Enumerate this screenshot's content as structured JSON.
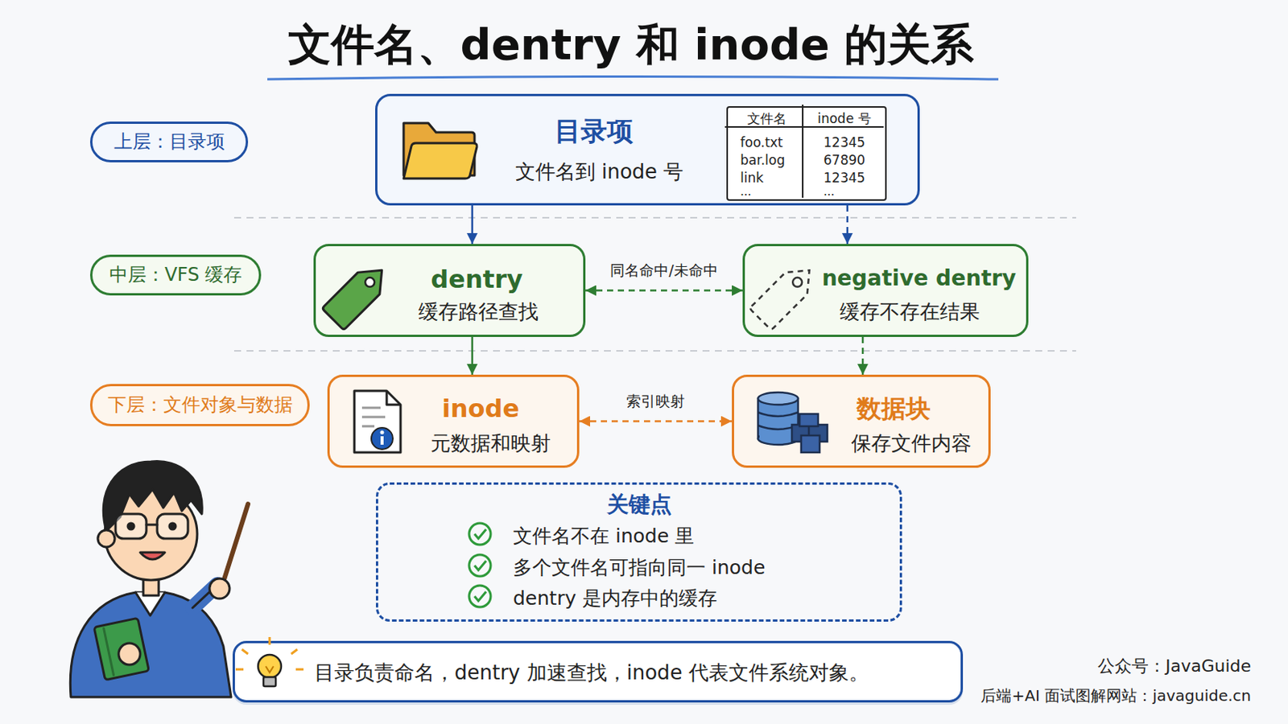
{
  "diagram": {
    "title": "文件名、dentry 和 inode 的关系",
    "nodes": [
      {
        "text": [
          "上层：目录项"
        ]
      },
      {
        "text": [
          "目录项",
          "文件名到 inode 号"
        ]
      },
      {
        "text": [
          "文件名",
          "inode 号",
          "foo.txt",
          "12345",
          "bar.log",
          "67890",
          "link",
          "12345",
          "...",
          "..."
        ],
        "in": 1
      },
      {
        "text": [
          "中层：VFS 缓存"
        ]
      },
      {
        "text": [
          "dentry",
          "缓存路径查找"
        ]
      },
      {
        "text": [
          "negative dentry",
          "缓存不存在结果"
        ]
      },
      {
        "text": [
          "下层：文件对象与数据"
        ]
      },
      {
        "text": [
          "inode",
          "元数据和映射"
        ]
      },
      {
        "text": [
          "数据块",
          "保存文件内容"
        ]
      },
      {
        "text": [
          "关键点",
          "文件名不在 inode 里",
          "多个文件名可指向同一 inode",
          "dentry 是内存中的缓存"
        ]
      },
      {
        "text": [
          "目录负责命名，dentry 加速查找，inode 代表文件系统对象。"
        ]
      }
    ],
    "edges": [
      {
        "from": 1,
        "to": 4,
        "arrow": "to"
      },
      {
        "from": 1,
        "to": 5,
        "arrow": "to"
      },
      {
        "from": 4,
        "to": 5,
        "label": "同名命中/未命中",
        "arrow": "both"
      },
      {
        "from": 4,
        "to": 7,
        "arrow": "to"
      },
      {
        "from": 5,
        "to": 8,
        "arrow": "to"
      },
      {
        "from": 7,
        "to": 8,
        "label": "索引映射",
        "arrow": "both"
      }
    ],
    "labels": [
      "公众号：JavaGuide",
      "后端+AI 面试图解网站：javaguide.cn"
    ]
  }
}
